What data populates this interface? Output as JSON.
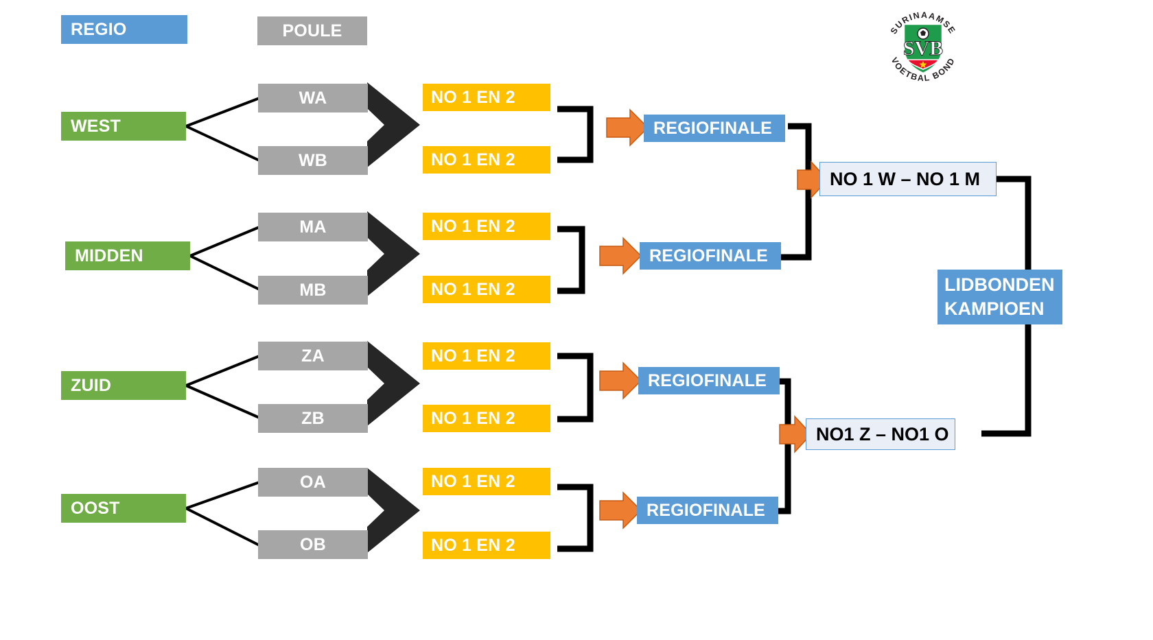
{
  "headers": {
    "regio": "REGIO",
    "poule": "POULE"
  },
  "colors": {
    "header_blue": "#5B9BD5",
    "region_green": "#70AD47",
    "poule_gray": "#A6A6A6",
    "qualifier_yellow": "#FFC000",
    "arrow_orange": "#ED7D31",
    "chevron_black": "#262626",
    "connector_black": "#000000",
    "match_fill": "#EAEFF7",
    "logo_green": "#1E9B4B",
    "logo_red": "#E8112D"
  },
  "regions": [
    {
      "name": "WEST",
      "poules": [
        "WA",
        "WB"
      ],
      "qualifiers": [
        "NO 1 EN 2",
        "NO 1 EN 2"
      ],
      "regiofinale": "REGIOFINALE"
    },
    {
      "name": "MIDDEN",
      "poules": [
        "MA",
        "MB"
      ],
      "qualifiers": [
        "NO 1 EN 2",
        "NO 1 EN 2"
      ],
      "regiofinale": "REGIOFINALE"
    },
    {
      "name": "ZUID",
      "poules": [
        "ZA",
        "ZB"
      ],
      "qualifiers": [
        "NO 1 EN 2",
        "NO 1 EN 2"
      ],
      "regiofinale": "REGIOFINALE"
    },
    {
      "name": "OOST",
      "poules": [
        "OA",
        "OB"
      ],
      "qualifiers": [
        "NO 1 EN 2",
        "NO 1 EN 2"
      ],
      "regiofinale": "REGIOFINALE"
    }
  ],
  "semifinals": [
    {
      "label": "NO 1 W – NO 1 M"
    },
    {
      "label": "NO1 Z – NO1 O"
    }
  ],
  "final": {
    "line1": "LIDBONDEN",
    "line2": "KAMPIOEN"
  },
  "logo": {
    "top_text": "SURINAAMSE",
    "bottom_text": "VOETBAL BOND",
    "monogram": "SVB"
  }
}
